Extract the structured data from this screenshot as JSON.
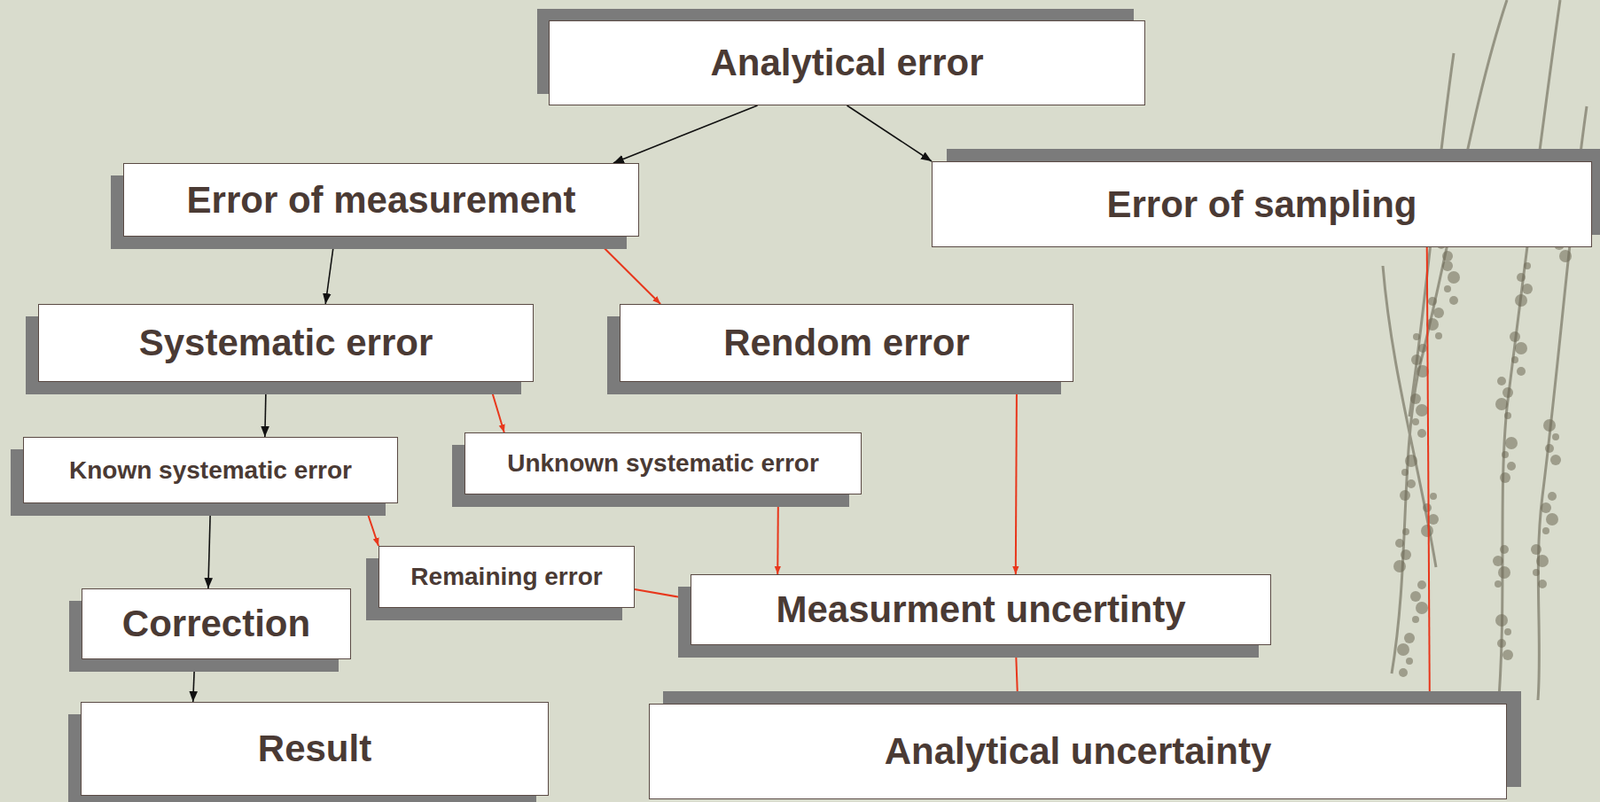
{
  "diagram": {
    "nodes": [
      {
        "text": [
          "Analytical error"
        ]
      },
      {
        "text": [
          "Error of measurement"
        ]
      },
      {
        "text": [
          "Error of sampling"
        ]
      },
      {
        "text": [
          "Systematic error"
        ]
      },
      {
        "text": [
          "Rendom error"
        ]
      },
      {
        "text": [
          "Known systematic error"
        ]
      },
      {
        "text": [
          "Unknown systematic error"
        ]
      },
      {
        "text": [
          "Remaining error"
        ]
      },
      {
        "text": [
          "Correction"
        ]
      },
      {
        "text": [
          "Measurment uncertinty"
        ]
      },
      {
        "text": [
          "Result"
        ]
      },
      {
        "text": [
          "Analytical uncertainty"
        ]
      }
    ],
    "edges": [
      {
        "from": 0,
        "to": 1,
        "arrow": "to"
      },
      {
        "from": 0,
        "to": 2,
        "arrow": "to"
      },
      {
        "from": 1,
        "to": 3,
        "arrow": "to"
      },
      {
        "from": 1,
        "to": 4,
        "arrow": "to"
      },
      {
        "from": 3,
        "to": 5,
        "arrow": "to"
      },
      {
        "from": 3,
        "to": 6,
        "arrow": "to"
      },
      {
        "from": 5,
        "to": 8,
        "arrow": "to"
      },
      {
        "from": 5,
        "to": 7,
        "arrow": "to"
      },
      {
        "from": 7,
        "to": 9,
        "arrow": "to"
      },
      {
        "from": 6,
        "to": 9,
        "arrow": "to"
      },
      {
        "from": 4,
        "to": 9,
        "arrow": "to"
      },
      {
        "from": 9,
        "to": 11,
        "arrow": "to"
      },
      {
        "from": 2,
        "to": 11,
        "arrow": "to"
      },
      {
        "from": 8,
        "to": 10,
        "arrow": "to"
      }
    ]
  }
}
